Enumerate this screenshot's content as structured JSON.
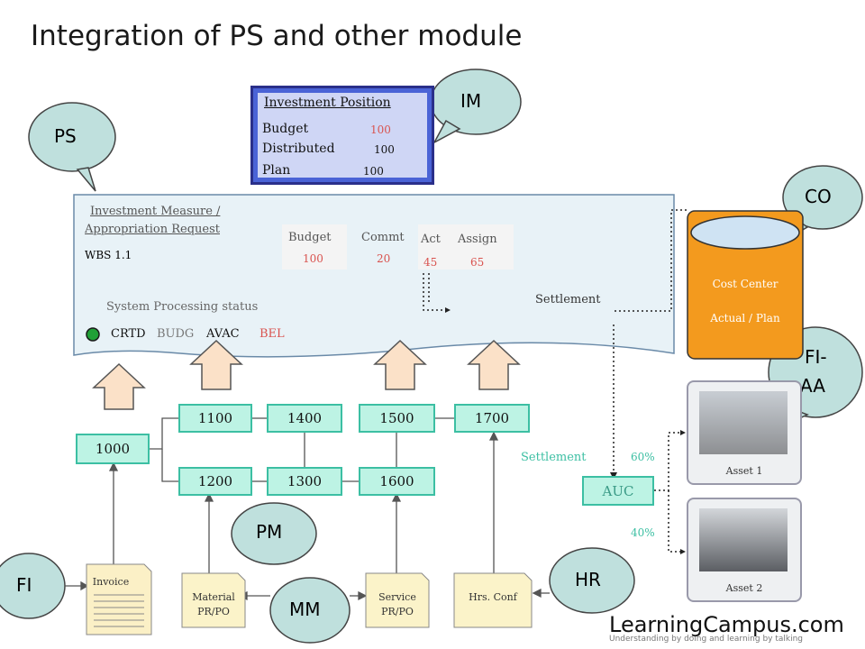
{
  "title": "Integration of PS and other module",
  "bubbles": {
    "ps": "PS",
    "im": "IM",
    "co": "CO",
    "fiaa_line1": "FI-",
    "fiaa_line2": "AA",
    "pm": "PM",
    "fi": "FI",
    "mm": "MM",
    "hr": "HR"
  },
  "investment_position": {
    "title": "Investment Position",
    "rows": [
      {
        "label": "Budget",
        "value": "100"
      },
      {
        "label": "Distributed",
        "value": "100"
      },
      {
        "label": "Plan",
        "value": "100"
      }
    ]
  },
  "ps_panel": {
    "title_line1": "Investment Measure /",
    "title_line2": "Appropriation Request",
    "wbs": "WBS 1.1",
    "budget_label": "Budget",
    "budget_value": "100",
    "commit_label": "Commt",
    "commit_value": "20",
    "actual_label": "Act",
    "actual_value": "45",
    "assign_label": "Assign",
    "assign_value": "65",
    "system_status_label": "System Processing status",
    "statuses": [
      "CRTD",
      "BUDG",
      "AVAC",
      "BEL"
    ]
  },
  "nodes": {
    "n1000": "1000",
    "n1100": "1100",
    "n1400": "1400",
    "n1200": "1200",
    "n1300": "1300",
    "n1500": "1500",
    "n1700": "1700",
    "n1600": "1600"
  },
  "documents": {
    "invoice": "Invoice",
    "material_line1": "Material",
    "material_line2": "PR/PO",
    "service_line1": "Service",
    "service_line2": "PR/PO",
    "hrs_conf": "Hrs. Conf"
  },
  "cost_center": {
    "line1": "Cost Center",
    "line2": "Actual / Plan"
  },
  "settlement_label": "Settlement",
  "settlement_label_2": "Settlement",
  "auc": "AUC",
  "pct_60": "60%",
  "pct_40": "40%",
  "assets": {
    "asset1": "Asset 1",
    "asset2": "Asset 2"
  },
  "brand": "LearningCampus.com",
  "tagline": "Understanding by doing and learning by talking",
  "colors": {
    "teal_box": "#bdf3e4",
    "teal_border": "#3cbfa3",
    "im_blue": "#4a63d6",
    "cost_center_orange": "#f39a1e",
    "red_value": "#d9534f",
    "bubble": "#bfe0dd"
  }
}
